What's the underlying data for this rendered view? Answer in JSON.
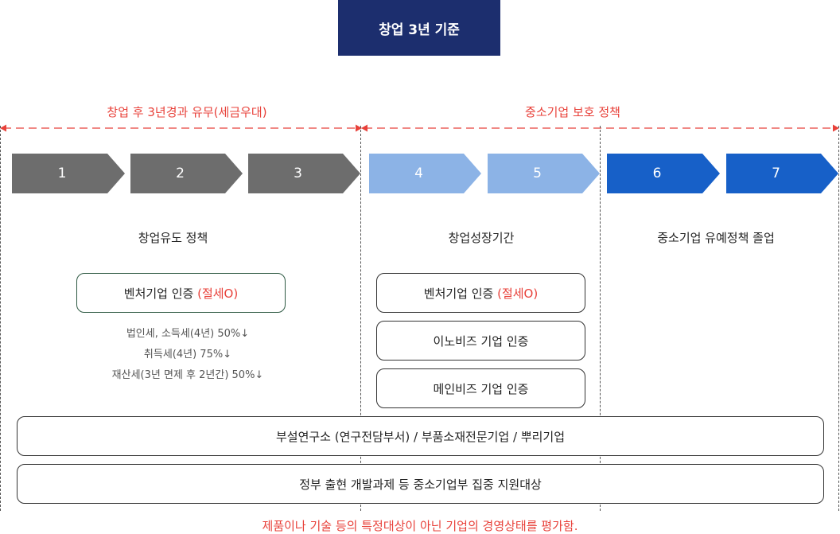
{
  "header": {
    "title": "창업 3년 기준"
  },
  "ranges": {
    "left_label": "창업 후 3년경과 유무(세금우대)",
    "right_label": "중소기업 보호 정책"
  },
  "colors": {
    "title_bg": "#1c2e6e",
    "phase1": "#6d6d6d",
    "phase2": "#8cb3e6",
    "phase3": "#1760c8",
    "accent_red": "#e8413a"
  },
  "steps": [
    "1",
    "2",
    "3",
    "4",
    "5",
    "6",
    "7"
  ],
  "sections": {
    "s1": "창업유도 정책",
    "s2": "창업성장기간",
    "s3": "중소기업 유예정책 졸업"
  },
  "boxes": {
    "venture_main": "벤처기업 인증 ",
    "venture_tax": "(절세O)",
    "innobiz": "이노비즈 기업 인증",
    "mainbiz": "메인비즈 기업 인증",
    "lab": "부설연구소 (연구전담부서) / 부품소재전문기업 / 뿌리기업",
    "gov": "정부 출현 개발과제 등 중소기업부 집중 지원대상"
  },
  "tax_lines": [
    "법인세, 소득세(4년) 50%↓",
    "취득세(4년) 75%↓",
    "재산세(3년 면제 후 2년간) 50%↓"
  ],
  "footer": {
    "note": "제품이나 기술 등의 특정대상이 아닌 기업의 경영상태를 평가함."
  }
}
